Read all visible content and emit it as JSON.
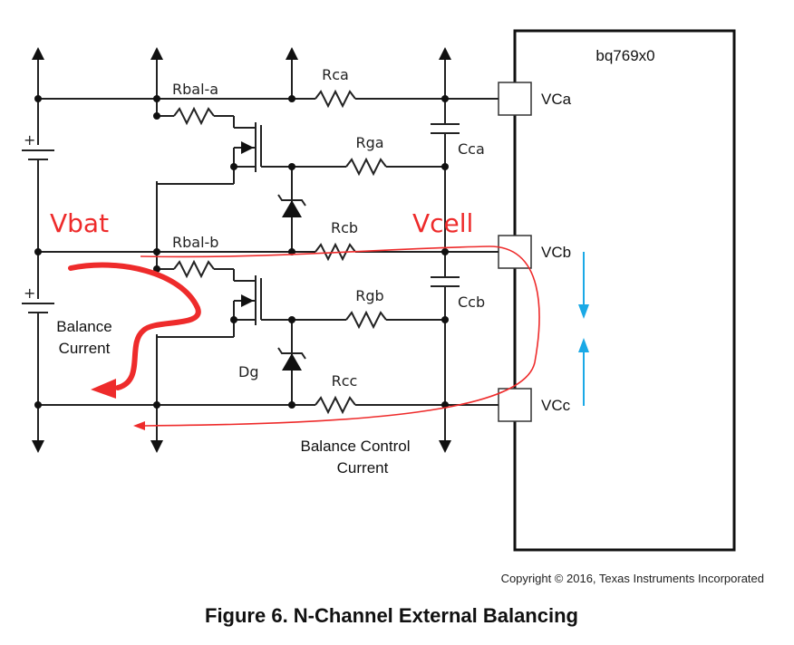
{
  "figure": {
    "caption": "Figure 6. N-Channel External Balancing",
    "copyright": "Copyright © 2016, Texas Instruments Incorporated"
  },
  "chip": {
    "name": "bq769x0",
    "pins": [
      "VCa",
      "VCb",
      "VCc"
    ]
  },
  "components": {
    "resistors": {
      "rbal_a": "Rbal-a",
      "rbal_b": "Rbal-b",
      "rca": "Rca",
      "rcb": "Rcb",
      "rcc": "Rcc",
      "rga": "Rga",
      "rgb": "Rgb"
    },
    "capacitors": {
      "cca": "Cca",
      "ccb": "Ccb"
    },
    "diode": "Dg",
    "battery_polarity": "+"
  },
  "annotations": {
    "vbat": "Vbat",
    "vcell": "Vcell",
    "balance_current_1": "Balance",
    "balance_current_2": "Current",
    "balance_control_1": "Balance Control",
    "balance_control_2": "Current",
    "annotation_color": "#ee2b2b",
    "voltage_arrow_color": "#1aa9e6"
  }
}
